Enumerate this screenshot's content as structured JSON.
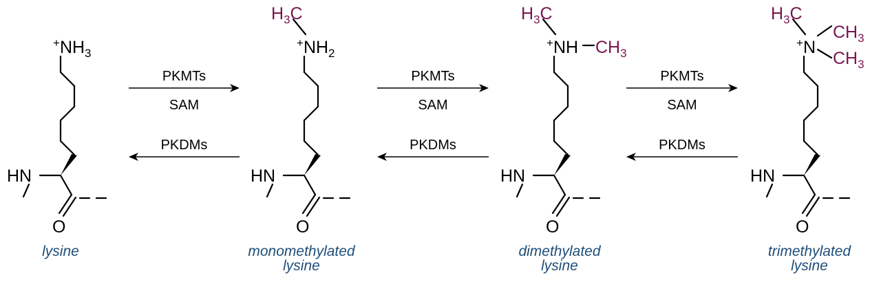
{
  "molecules": [
    {
      "id": "lysine",
      "caption_lines": [
        "lysine"
      ],
      "amine_prefix": "+",
      "amine_text": "NH",
      "amine_sub": "3",
      "methyls": []
    },
    {
      "id": "monomethylated",
      "caption_lines": [
        "monomethylated",
        "lysine"
      ],
      "amine_prefix": "+",
      "amine_text": "NH",
      "amine_sub": "2",
      "methyls": [
        "H3C-top-left"
      ]
    },
    {
      "id": "dimethylated",
      "caption_lines": [
        "dimethylated",
        "lysine"
      ],
      "amine_prefix": "+",
      "amine_text": "NH",
      "amine_sub": "",
      "methyls": [
        "H3C-top-left",
        "CH3-right"
      ]
    },
    {
      "id": "trimethylated",
      "caption_lines": [
        "trimethylated",
        "lysine"
      ],
      "amine_prefix": "+",
      "amine_text": "N",
      "amine_sub": "",
      "methyls": [
        "H3C-top-left",
        "CH3-right",
        "CH3-lower-right"
      ]
    }
  ],
  "backbone_labels": {
    "hn": "HN",
    "oxygen": "O",
    "methyl_h": "H",
    "methyl_c": "C",
    "methyl_sub": "3",
    "dash": "–"
  },
  "arrows": [
    {
      "forward_top": "PKMTs",
      "forward_bottom": "SAM",
      "reverse": "PKDMs"
    },
    {
      "forward_top": "PKMTs",
      "forward_bottom": "SAM",
      "reverse": "PKDMs"
    },
    {
      "forward_top": "PKMTs",
      "forward_bottom": "SAM",
      "reverse": "PKDMs"
    }
  ],
  "colors": {
    "methyl": "#7a1450",
    "caption": "#1f4e79",
    "bond": "#000000"
  }
}
